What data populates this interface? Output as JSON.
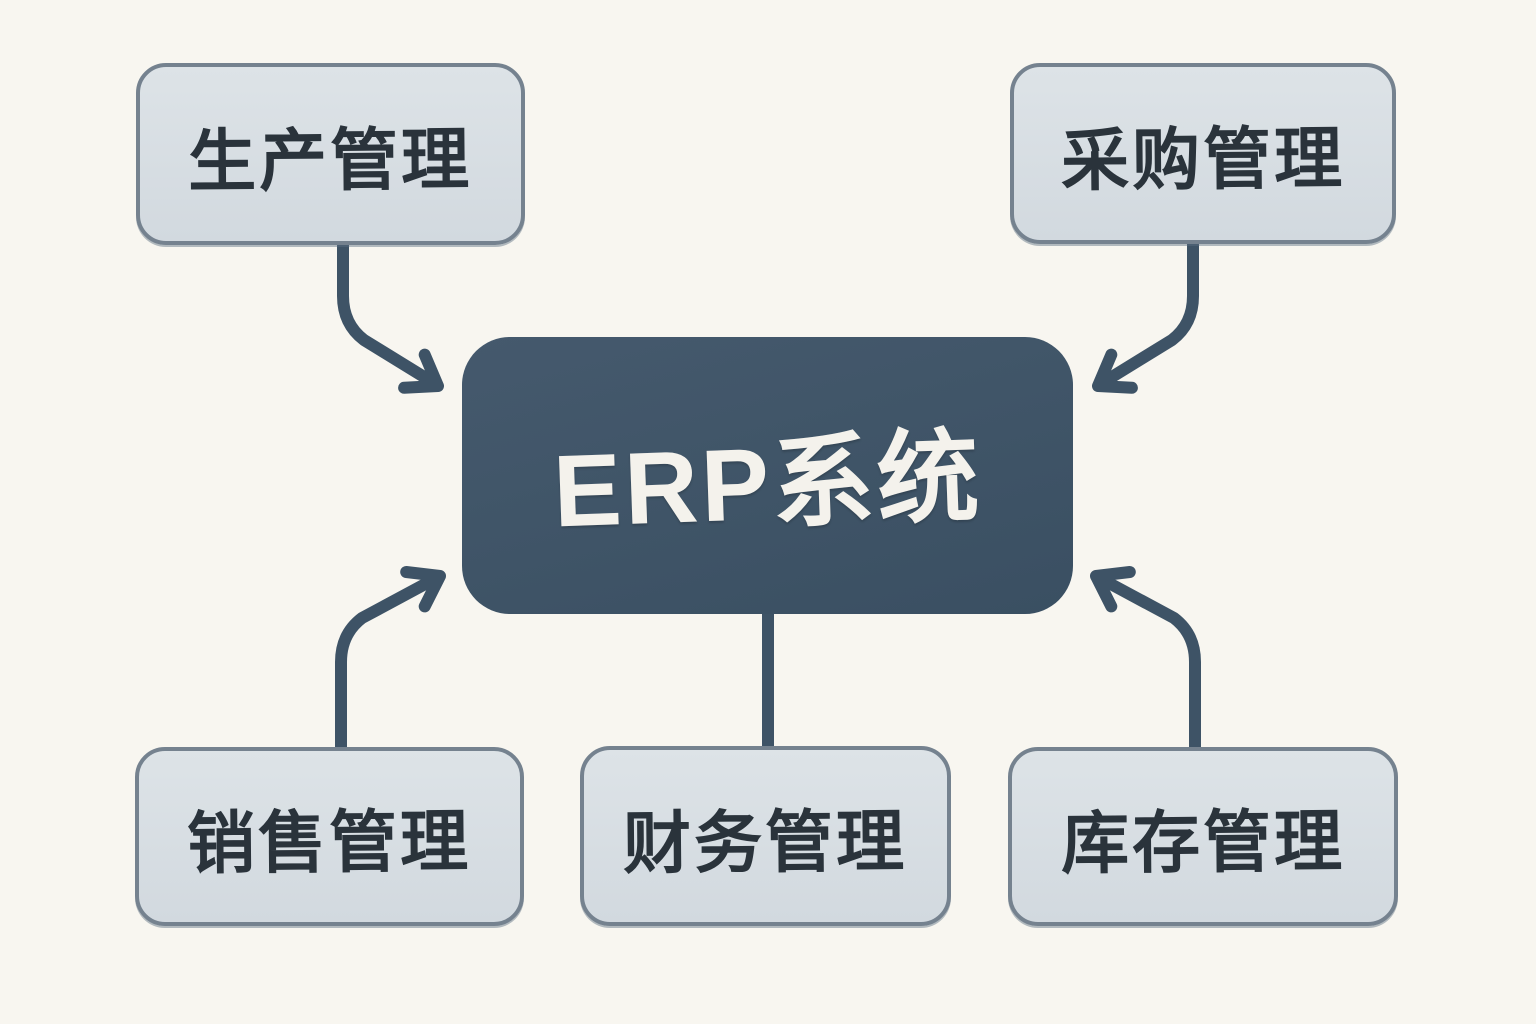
{
  "diagram": {
    "type": "hub-and-spoke",
    "center_node": {
      "id": "erp",
      "label": "ERP系统"
    },
    "nodes": {
      "production": {
        "label": "生产管理",
        "position": "top-left"
      },
      "procurement": {
        "label": "采购管理",
        "position": "top-right"
      },
      "sales": {
        "label": "销售管理",
        "position": "bottom-left"
      },
      "finance": {
        "label": "财务管理",
        "position": "bottom-center"
      },
      "inventory": {
        "label": "库存管理",
        "position": "bottom-right"
      }
    },
    "connections": [
      {
        "from": "production",
        "to": "erp",
        "style": "curved",
        "arrowhead": true
      },
      {
        "from": "procurement",
        "to": "erp",
        "style": "curved",
        "arrowhead": true
      },
      {
        "from": "sales",
        "to": "erp",
        "style": "curved",
        "arrowhead": true
      },
      {
        "from": "finance",
        "to": "erp",
        "style": "straight",
        "arrowhead": false
      },
      {
        "from": "inventory",
        "to": "erp",
        "style": "curved",
        "arrowhead": true
      }
    ],
    "colors": {
      "background": "#f8f6f0",
      "node_fill_top": "#dde3e7",
      "node_fill_bottom": "#d2d9df",
      "node_border": "#75828f",
      "node_text": "#2a333b",
      "center_fill": "#405568",
      "center_text": "#f4f2ec",
      "arrow": "#3e5366"
    }
  }
}
